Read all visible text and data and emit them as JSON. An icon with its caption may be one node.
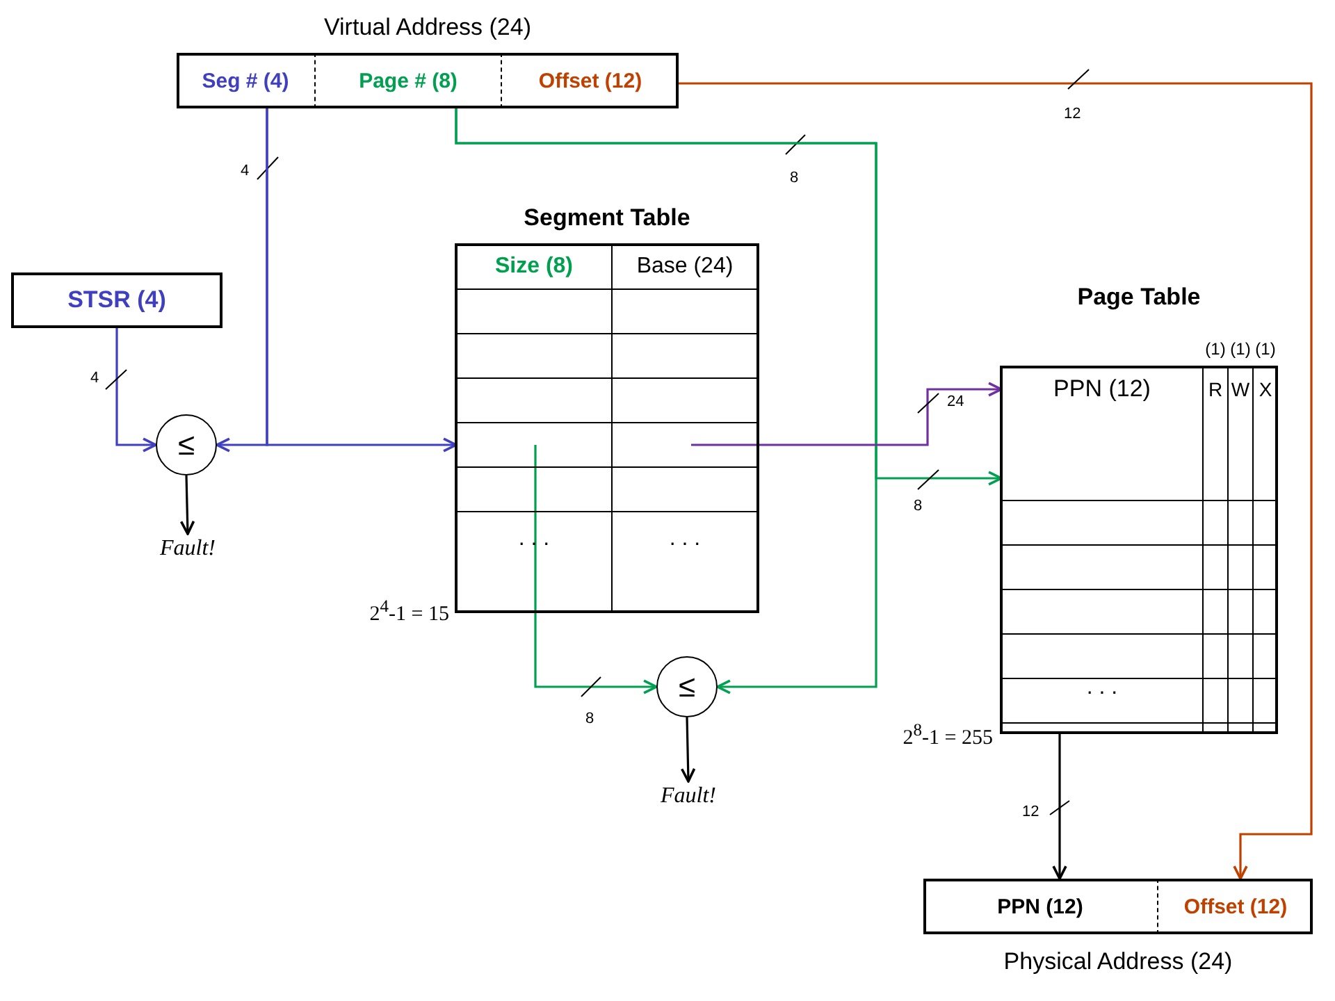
{
  "diagram": {
    "nodes": [
      {
        "text": [
          "Virtual Address (24)"
        ]
      },
      {
        "text": [
          "Seg # (4)"
        ],
        "in": 0
      },
      {
        "text": [
          "Page # (8)"
        ],
        "in": 0
      },
      {
        "text": [
          "Offset (12)"
        ],
        "in": 0
      },
      {
        "text": [
          "STSR (4)"
        ]
      },
      {
        "text": [
          "Segment Table"
        ],
        "beside": [
          "2$^{4}$-1 = 15"
        ]
      },
      {
        "text": [
          "Size (8)",
          ". . ."
        ],
        "in": 5
      },
      {
        "text": [
          "Base (24)",
          ". . ."
        ],
        "in": 5
      },
      {
        "text": [
          "≤"
        ]
      },
      {
        "text": [
          "Fault!"
        ]
      },
      {
        "text": [
          "≤"
        ]
      },
      {
        "text": [
          "Fault!"
        ]
      },
      {
        "text": [
          "Page Table"
        ],
        "beside": [
          "2$^{8}$-1 = 255"
        ]
      },
      {
        "text": [
          "PPN (12)",
          ". . ."
        ],
        "in": 12
      },
      {
        "text": [
          "(1)",
          "R"
        ],
        "in": 12
      },
      {
        "text": [
          "(1)",
          "W"
        ],
        "in": 12
      },
      {
        "text": [
          "(1)",
          "X"
        ],
        "in": 12
      },
      {
        "text": [
          "Physical Address (24)"
        ]
      },
      {
        "text": [
          "PPN (12)"
        ],
        "in": 17
      },
      {
        "text": [
          "Offset (12)"
        ],
        "in": 17
      }
    ],
    "edges": [
      {
        "from": 1,
        "to": 8,
        "arrow": "to",
        "label": "4",
        "color": "#3f3fbf"
      },
      {
        "from": 1,
        "to": 5,
        "arrow": "to",
        "color": "#3f3fbf"
      },
      {
        "from": 4,
        "to": 8,
        "arrow": "to",
        "label": "4",
        "color": "#3f3fbf"
      },
      {
        "from": 8,
        "to": 9,
        "arrow": "to",
        "color": "#000000"
      },
      {
        "from": 2,
        "to": 10,
        "arrow": "to",
        "label": "8",
        "color": "#00a050"
      },
      {
        "from": 2,
        "to": 13,
        "arrow": "to",
        "label": "8",
        "color": "#00a050"
      },
      {
        "from": 6,
        "to": 10,
        "arrow": "to",
        "label": "8",
        "color": "#00a050"
      },
      {
        "from": 10,
        "to": 11,
        "arrow": "to",
        "color": "#000000"
      },
      {
        "from": 7,
        "to": 13,
        "arrow": "to",
        "label": "24",
        "color": "#7030a0"
      },
      {
        "from": 3,
        "to": 19,
        "arrow": "to",
        "label": "12",
        "color": "#c04000"
      },
      {
        "from": 13,
        "to": 18,
        "arrow": "to",
        "label": "12",
        "color": "#000000"
      }
    ]
  }
}
